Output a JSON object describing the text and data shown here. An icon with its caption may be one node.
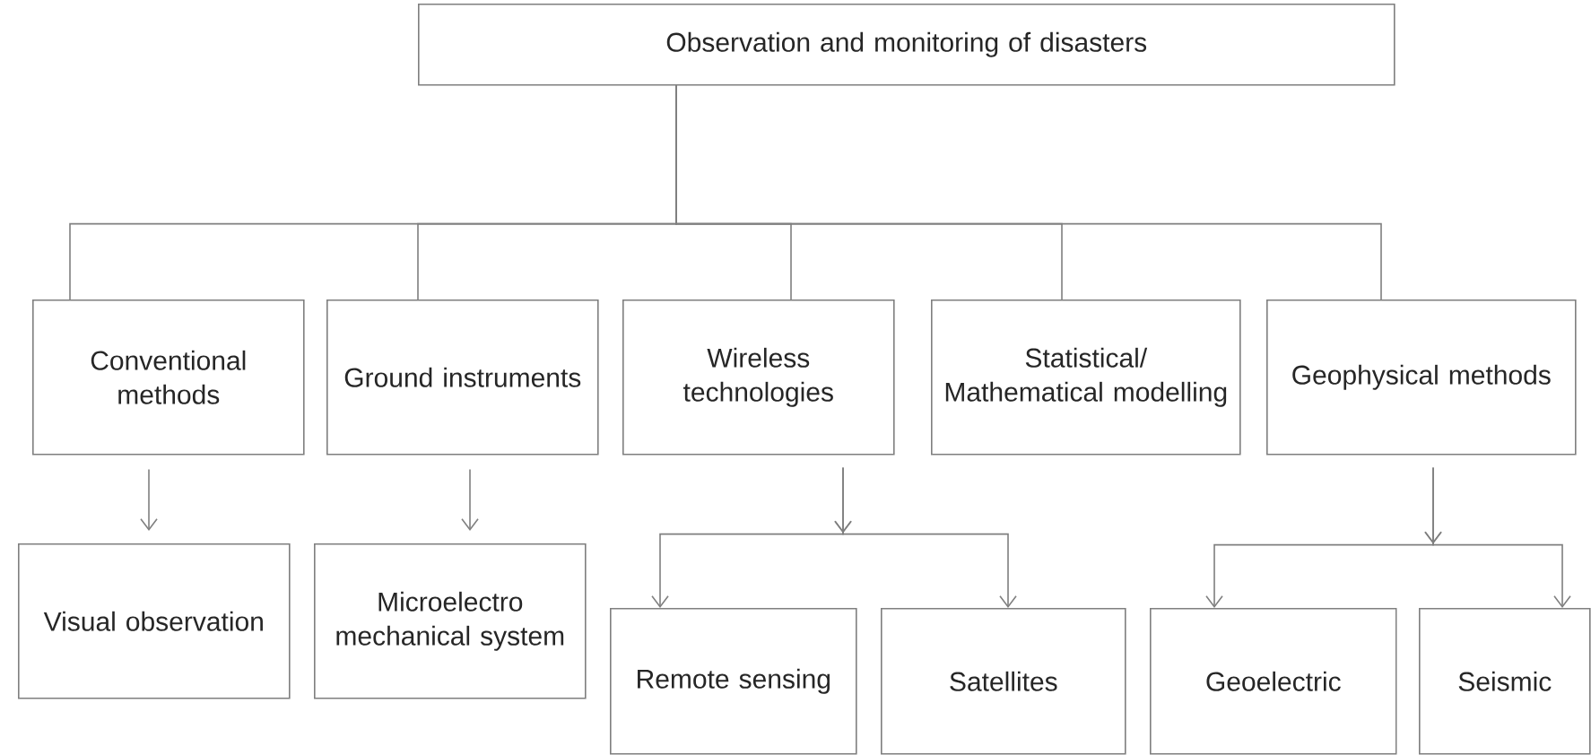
{
  "diagram": {
    "nodes": [
      {
        "text": [
          "Observation and monitoring of disasters"
        ]
      },
      {
        "text": [
          "Conventional methods"
        ]
      },
      {
        "text": [
          "Ground instruments"
        ]
      },
      {
        "text": [
          "Wireless technologies"
        ]
      },
      {
        "text": [
          "Statistical/ Mathematical modelling"
        ]
      },
      {
        "text": [
          "Geophysical methods"
        ]
      },
      {
        "text": [
          "Visual observation"
        ]
      },
      {
        "text": [
          "Microelectro mechanical system"
        ]
      },
      {
        "text": [
          "Remote sensing"
        ]
      },
      {
        "text": [
          "Satellites"
        ]
      },
      {
        "text": [
          "Geoelectric"
        ]
      },
      {
        "text": [
          "Seismic"
        ]
      }
    ],
    "edges": [
      {
        "from": 0,
        "to": 1,
        "arrow": "none"
      },
      {
        "from": 0,
        "to": 2,
        "arrow": "none"
      },
      {
        "from": 0,
        "to": 3,
        "arrow": "none"
      },
      {
        "from": 0,
        "to": 4,
        "arrow": "none"
      },
      {
        "from": 0,
        "to": 5,
        "arrow": "none"
      },
      {
        "from": 1,
        "to": 6,
        "arrow": "to"
      },
      {
        "from": 2,
        "to": 7,
        "arrow": "to"
      },
      {
        "from": 3,
        "to": 8,
        "arrow": "to"
      },
      {
        "from": 3,
        "to": 9,
        "arrow": "to"
      },
      {
        "from": 5,
        "to": 10,
        "arrow": "to"
      },
      {
        "from": 5,
        "to": 11,
        "arrow": "to"
      }
    ]
  }
}
